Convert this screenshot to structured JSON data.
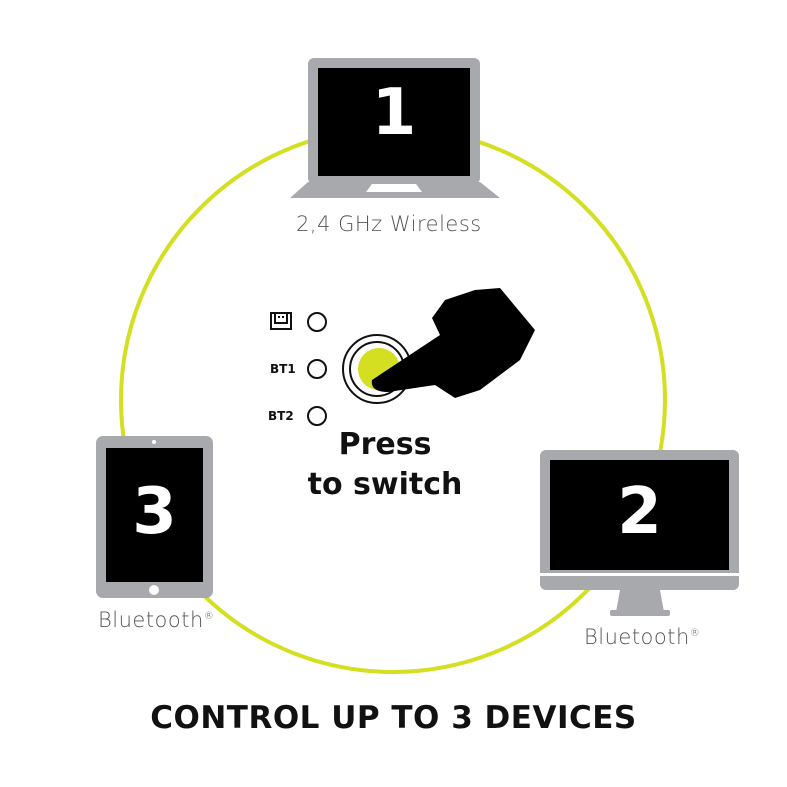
{
  "devices": [
    {
      "number": "1",
      "type": "laptop",
      "label": "2,4 GHz Wireless"
    },
    {
      "number": "2",
      "type": "monitor",
      "label": "Bluetooth",
      "mark": "®"
    },
    {
      "number": "3",
      "type": "tablet",
      "label": "Bluetooth",
      "mark": "®"
    }
  ],
  "indicators": [
    {
      "label": "usb-receiver-icon"
    },
    {
      "label": "BT1"
    },
    {
      "label": "BT2"
    }
  ],
  "instruction": {
    "line1": "Press",
    "line2": "to switch"
  },
  "title": "CONTROL UP TO 3 DEVICES",
  "colors": {
    "accent": "#d4df22",
    "device_gray": "#a7a9ac",
    "screen": "#000000"
  }
}
